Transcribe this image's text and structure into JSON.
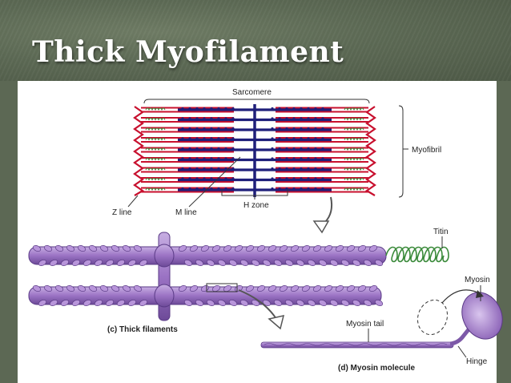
{
  "slide": {
    "title": "Thick Myofilament"
  },
  "labels": {
    "sarcomere": "Sarcomere",
    "myofibril": "Myofibril",
    "z_line": "Z line",
    "m_line": "M line",
    "h_zone": "H zone",
    "titin": "Titin",
    "myosin": "Myosin",
    "myosin_tail": "Myosin tail",
    "hinge": "Hinge",
    "thick_filaments": "(c) Thick filaments",
    "myosin_molecule": "(d) Myosin molecule"
  },
  "colors": {
    "header_bg": "#5d6a55",
    "actin": "#c8102e",
    "myosin": "#1f1f7a",
    "titin": "#3a8a3a",
    "thick_filament": "#a27cc8"
  }
}
